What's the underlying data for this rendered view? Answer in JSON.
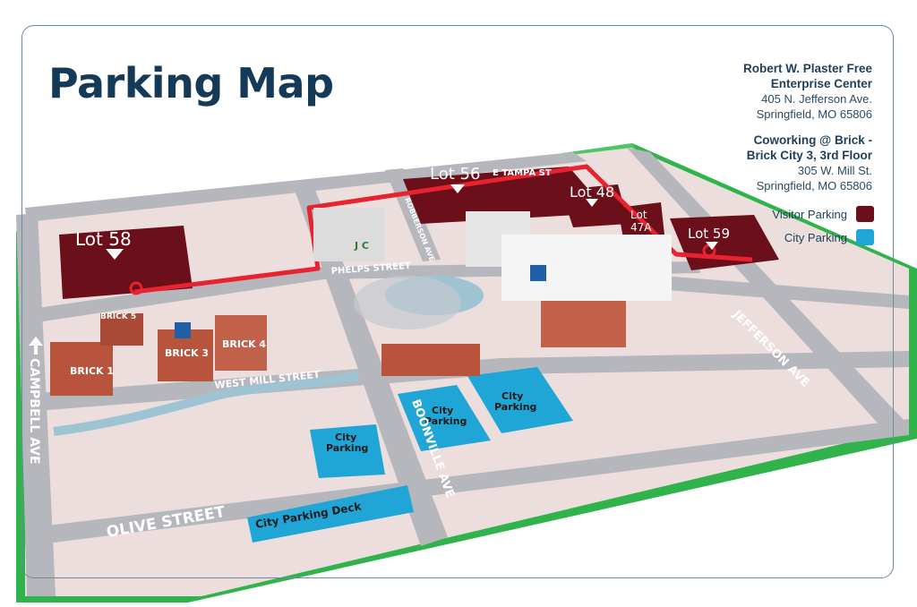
{
  "page": {
    "title": "Parking Map"
  },
  "locations": [
    {
      "name_lines": [
        "Robert W. Plaster Free",
        "Enterprise Center"
      ],
      "address_lines": [
        "405 N. Jefferson Ave.",
        "Springfield, MO 65806"
      ]
    },
    {
      "name_lines": [
        "Coworking @ Brick -",
        "Brick City 3, 3rd Floor"
      ],
      "address_lines": [
        "305 W. Mill St.",
        "Springfield, MO 65806"
      ]
    }
  ],
  "legend": [
    {
      "label": "Visitor Parking",
      "color": "#6b0f1a"
    },
    {
      "label": "City Parking",
      "color": "#1fa6d6"
    }
  ],
  "lots": {
    "lot58": "Lot 58",
    "lot56": "Lot 56",
    "lot48": "Lot 48",
    "lot47a_1": "Lot",
    "lot47a_2": "47A",
    "lot59": "Lot 59"
  },
  "city_parking": {
    "area1_1": "City",
    "area1_2": "Parking",
    "area2_1": "City",
    "area2_2": "Parking",
    "area3_1": "City",
    "area3_2": "Parking",
    "deck": "City Parking Deck"
  },
  "streets": {
    "tampa": "E TAMPA ST",
    "phelps": "PHELPS STREET",
    "west_mill": "WEST MILL STREET",
    "olive": "OLIVE STREET",
    "campbell": "CAMPBELL AVE",
    "boonville": "BOONVILLE AVE",
    "jefferson": "JEFFERSON AVE",
    "robberson": "ROBBERSON AVE"
  },
  "buildings": {
    "brick1": "BRICK 1",
    "brick3": "BRICK 3",
    "brick4": "BRICK 4",
    "brick5": "BRICK 5",
    "jc": "J C"
  },
  "colors": {
    "visitor": "#6b0f1a",
    "city": "#1fa6d6",
    "route": "#e8222e",
    "ground": "#ecdedd",
    "road": "#b5b7bc",
    "base": "#2fb34a",
    "title": "#143a57",
    "brick": "#b8533c",
    "water": "#9ec4d4"
  },
  "icons": [
    "visitor-lot-marker-icon",
    "city-parking-area-icon",
    "building-e-logo-icon",
    "north-arrow-icon"
  ]
}
